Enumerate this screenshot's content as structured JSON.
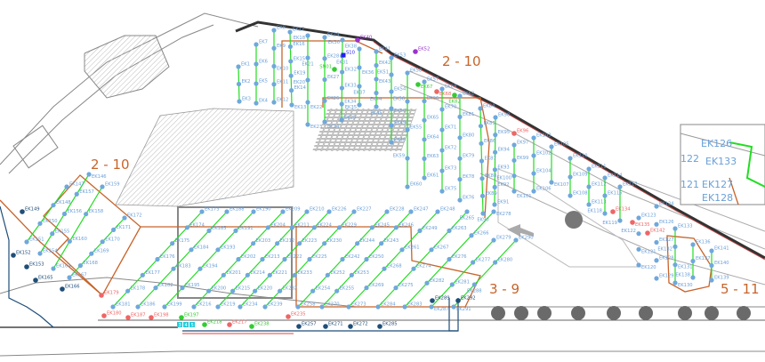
{
  "title": "Site plan – lighting circuits",
  "zones": [
    {
      "label": "2 - 10"
    },
    {
      "label": "2 - 10"
    },
    {
      "label": "3 - 9"
    },
    {
      "label": "5 - 11"
    }
  ],
  "colors": {
    "string_line": "#22dd22",
    "node": "#6fa8dc",
    "label": "#6a9fd8",
    "zone_outline": "#c8642a",
    "feeder_dark": "#1f4e79",
    "feeder_purple": "#9933cc",
    "feeder_red": "#ee6666",
    "feeder_green": "#33cc33",
    "feeder_cyan": "#22ccdd",
    "feeder_blue": "#2222ee"
  },
  "strings": [
    {
      "labels": [
        "EK1",
        "EK2",
        "EK3"
      ]
    },
    {
      "labels": [
        "EK7",
        "EK6",
        "EK5",
        "EK4"
      ]
    },
    {
      "labels": [
        "EK8",
        "EK9",
        "EK10",
        "EK11",
        "EK12"
      ]
    },
    {
      "labels": [
        "EK17",
        "EK16",
        "EK15",
        "EK19",
        "EK14",
        "EK13"
      ]
    },
    {
      "labels": [
        "EK18",
        "EK21",
        "EK20",
        "EK22",
        "EK23"
      ]
    },
    {
      "labels": [
        "EK29",
        "EK28",
        "EK27",
        "EK26",
        "EK24"
      ]
    },
    {
      "labels": [
        "EK30",
        "EK31",
        "EK32",
        "EK33",
        "EK34",
        "EK25"
      ]
    },
    {
      "labels": [
        "EK38",
        "EK36",
        "EK37",
        "EK35"
      ]
    },
    {
      "labels": [
        "EK41",
        "EK42",
        "EK43",
        "EK44",
        "EK45"
      ]
    },
    {
      "labels": [
        "EK53",
        "EK51",
        "EK54",
        "EK50",
        "EK49",
        "EK48"
      ]
    },
    {
      "labels": [
        "EK58",
        "EK56",
        "EK55",
        "EK59",
        "EK60"
      ]
    },
    {
      "labels": [
        "EK57",
        "EK66",
        "EK65",
        "EK64",
        "EK63",
        "EK61"
      ]
    },
    {
      "labels": [
        "EK69",
        "EK70",
        "EK71",
        "EK72",
        "EK73",
        "EK75"
      ]
    },
    {
      "labels": [
        "EK62",
        "EK81",
        "EK80",
        "EK79",
        "EK78",
        "EK76"
      ]
    },
    {
      "labels": [
        "EK84",
        "EK85",
        "EK86",
        "EK87",
        "EK88",
        "EK89",
        "EK90"
      ]
    },
    {
      "labels": [
        "EK98",
        "EK95",
        "EK94",
        "EK93",
        "EK92",
        "EK91"
      ]
    },
    {
      "labels": [
        "EK97",
        "EK99",
        "EK100",
        "EK101"
      ]
    },
    {
      "labels": [
        "EK103",
        "EK102",
        "EK104",
        "EK106"
      ]
    },
    {
      "labels": [
        "EK105",
        "EK107"
      ]
    },
    {
      "labels": [
        "EK110",
        "EK109",
        "EK108"
      ]
    },
    {
      "labels": [
        "EK111",
        "EK112",
        "EK113"
      ]
    },
    {
      "labels": [
        "EK114",
        "EK115",
        "EK118"
      ]
    },
    {
      "labels": [
        "EK117",
        "EK119"
      ]
    },
    {
      "labels": [
        "EK123",
        "EK122",
        "EK121",
        "EK120"
      ]
    },
    {
      "labels": [
        "EK124",
        "EK126",
        "EK127",
        "EK128",
        "EK129"
      ]
    },
    {
      "labels": [
        "EK133",
        "EK132",
        "EK131",
        "EK130"
      ]
    },
    {
      "labels": [
        "EK136",
        "EK137",
        "EK138"
      ]
    },
    {
      "labels": [
        "EK141",
        "EK140",
        "EK139"
      ]
    },
    {
      "labels": [
        "EK181",
        "EK178",
        "EK177",
        "EK176",
        "EK175",
        "EK174",
        "EK173"
      ]
    },
    {
      "labels": [
        "EK186",
        "EK182",
        "EK183",
        "EK184",
        "EK185",
        "EK188"
      ]
    },
    {
      "labels": [
        "EK199",
        "EK195",
        "EK194",
        "EK193",
        "EK191",
        "EK190"
      ]
    },
    {
      "labels": [
        "EK216",
        "EK200",
        "EK201",
        "EK202",
        "EK203",
        "EK204",
        "EK209"
      ]
    },
    {
      "labels": [
        "EK219",
        "EK215",
        "EK214",
        "EK213",
        "EK212",
        "EK211",
        "EK210"
      ]
    },
    {
      "labels": [
        "EK234",
        "EK220",
        "EK221",
        "EK222",
        "EK223",
        "EK224",
        "EK226"
      ]
    },
    {
      "labels": [
        "EK239",
        "EK232",
        "EK233",
        "EK225",
        "EK230",
        "EK229",
        "EK227"
      ]
    },
    {
      "labels": [
        "EK258",
        "EK254",
        "EK252",
        "EK242",
        "EK244",
        "EK245",
        "EK228"
      ]
    },
    {
      "labels": [
        "EK270",
        "EK255",
        "EK253",
        "EK250",
        "EK243",
        "EK246",
        "EK247"
      ]
    },
    {
      "labels": [
        "EK273",
        "EK269",
        "EK268",
        "EK261",
        "EK249",
        "EK248"
      ]
    },
    {
      "labels": [
        "EK284",
        "EK275",
        "EK274",
        "EK267",
        "EK263",
        "EK265"
      ]
    },
    {
      "labels": [
        "EK283",
        "EK282",
        "EK276",
        "EK266",
        "EK278"
      ]
    },
    {
      "labels": [
        "EK287",
        "EK281",
        "EK277",
        "EK279"
      ]
    },
    {
      "labels": [
        "EK291",
        "EK288",
        "EK280",
        "EK290"
      ]
    },
    {
      "labels": [
        "EK151",
        "EK150",
        "EK148",
        "EK147"
      ]
    },
    {
      "labels": [
        "EK154",
        "EK155",
        "EK156",
        "EK157",
        "EK146"
      ]
    },
    {
      "labels": [
        "EK164",
        "EK160",
        "EK158",
        "EK159"
      ]
    },
    {
      "labels": [
        "EK167",
        "EK168",
        "EK169",
        "EK170",
        "EK171",
        "EK172"
      ]
    }
  ],
  "feeders": [
    {
      "label": "EK40",
      "kind": "purple"
    },
    {
      "label": "S10",
      "kind": "blue"
    },
    {
      "label": "SN01",
      "kind": "green"
    },
    {
      "label": "EK52",
      "kind": "purple"
    },
    {
      "label": "EK67",
      "kind": "green"
    },
    {
      "label": "EK68",
      "kind": "red"
    },
    {
      "label": "EK82",
      "kind": "green"
    },
    {
      "label": "EK96",
      "kind": "red"
    },
    {
      "label": "EK134",
      "kind": "red"
    },
    {
      "label": "EK135",
      "kind": "red"
    },
    {
      "label": "EK142",
      "kind": "red"
    },
    {
      "label": "EK149",
      "kind": "dark"
    },
    {
      "label": "EK152",
      "kind": "dark"
    },
    {
      "label": "EK153",
      "kind": "dark"
    },
    {
      "label": "EK165",
      "kind": "dark"
    },
    {
      "label": "EK166",
      "kind": "dark"
    },
    {
      "label": "EK179",
      "kind": "red"
    },
    {
      "label": "EK180",
      "kind": "red"
    },
    {
      "label": "EK187",
      "kind": "red"
    },
    {
      "label": "EK198",
      "kind": "red"
    },
    {
      "label": "EK197",
      "kind": "green"
    },
    {
      "label": "EK218",
      "kind": "green"
    },
    {
      "label": "EK217",
      "kind": "red"
    },
    {
      "label": "EK238",
      "kind": "green"
    },
    {
      "label": "EK235",
      "kind": "red"
    },
    {
      "label": "EK257",
      "kind": "dark"
    },
    {
      "label": "EK271",
      "kind": "dark"
    },
    {
      "label": "EK272",
      "kind": "dark"
    },
    {
      "label": "EK285",
      "kind": "dark"
    },
    {
      "label": "EK289",
      "kind": "dark"
    },
    {
      "label": "EK292",
      "kind": "dark"
    }
  ],
  "panels": [
    {
      "label": "3"
    },
    {
      "label": "4"
    },
    {
      "label": "5"
    }
  ],
  "inset": {
    "labels": [
      "EK126",
      "EK133",
      "EK127",
      "EK128",
      "122",
      "121"
    ]
  }
}
